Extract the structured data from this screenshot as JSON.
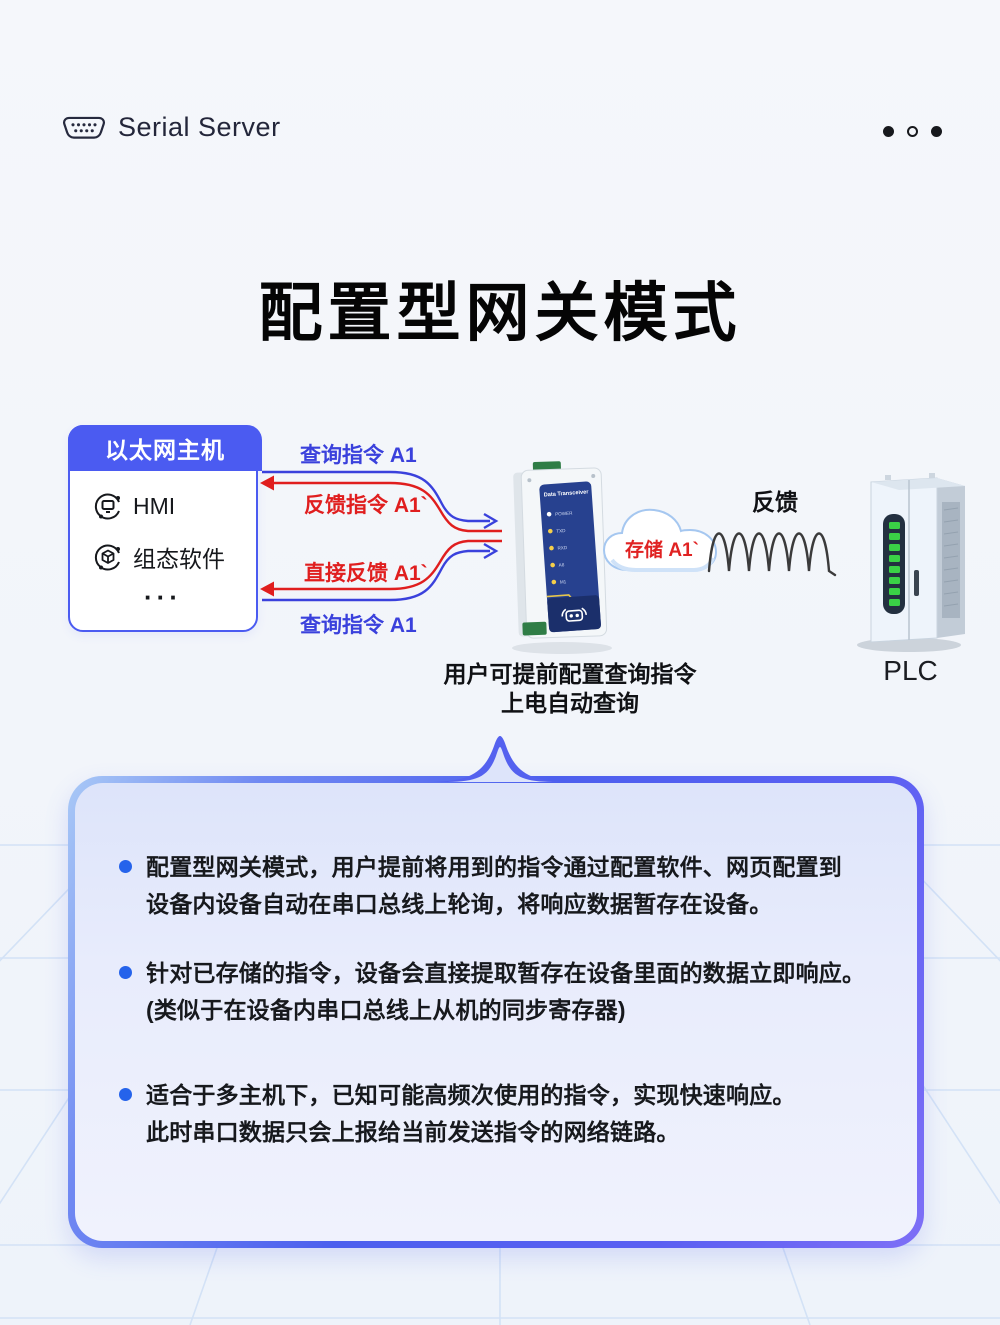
{
  "header": {
    "brand": "Serial Server"
  },
  "title": "配置型网关模式",
  "diagram": {
    "host_box": {
      "title": "以太网主机",
      "items": [
        {
          "icon": "hmi-icon",
          "label": "HMI"
        },
        {
          "icon": "scada-icon",
          "label": "组态软件"
        }
      ],
      "more": "···"
    },
    "arrows": {
      "top_query": "查询指令 A1",
      "top_feedback": "反馈指令 A1`",
      "bottom_feedback": "直接反馈 A1`",
      "bottom_query": "查询指令 A1",
      "blue": "#3a41dc",
      "red": "#e01e1e"
    },
    "device": {
      "panel_title": "Data Transceiver",
      "leds": [
        "POWER",
        "TXD",
        "RXD",
        "A8",
        "M1"
      ]
    },
    "cloud_label": "存储 A1`",
    "wave_label": "反馈",
    "plc_label": "PLC",
    "caption_line1": "用户可提前配置查询指令",
    "caption_line2": "上电自动查询"
  },
  "panel": {
    "bullet_color": "#2563eb",
    "bullets": [
      {
        "line1": "配置型网关模式，用户提前将用到的指令通过配置软件、网页配置到",
        "line2": "设备内设备自动在串口总线上轮询，将响应数据暂存在设备。"
      },
      {
        "line1": "针对已存储的指令，设备会直接提取暂存在设备里面的数据立即响应。",
        "line2": "(类似于在设备内串口总线上从机的同步寄存器)"
      },
      {
        "line1": "适合于多主机下，已知可能高频次使用的指令，实现快速响应。",
        "line2": "此时串口数据只会上报给当前发送指令的网络链路。"
      }
    ]
  }
}
